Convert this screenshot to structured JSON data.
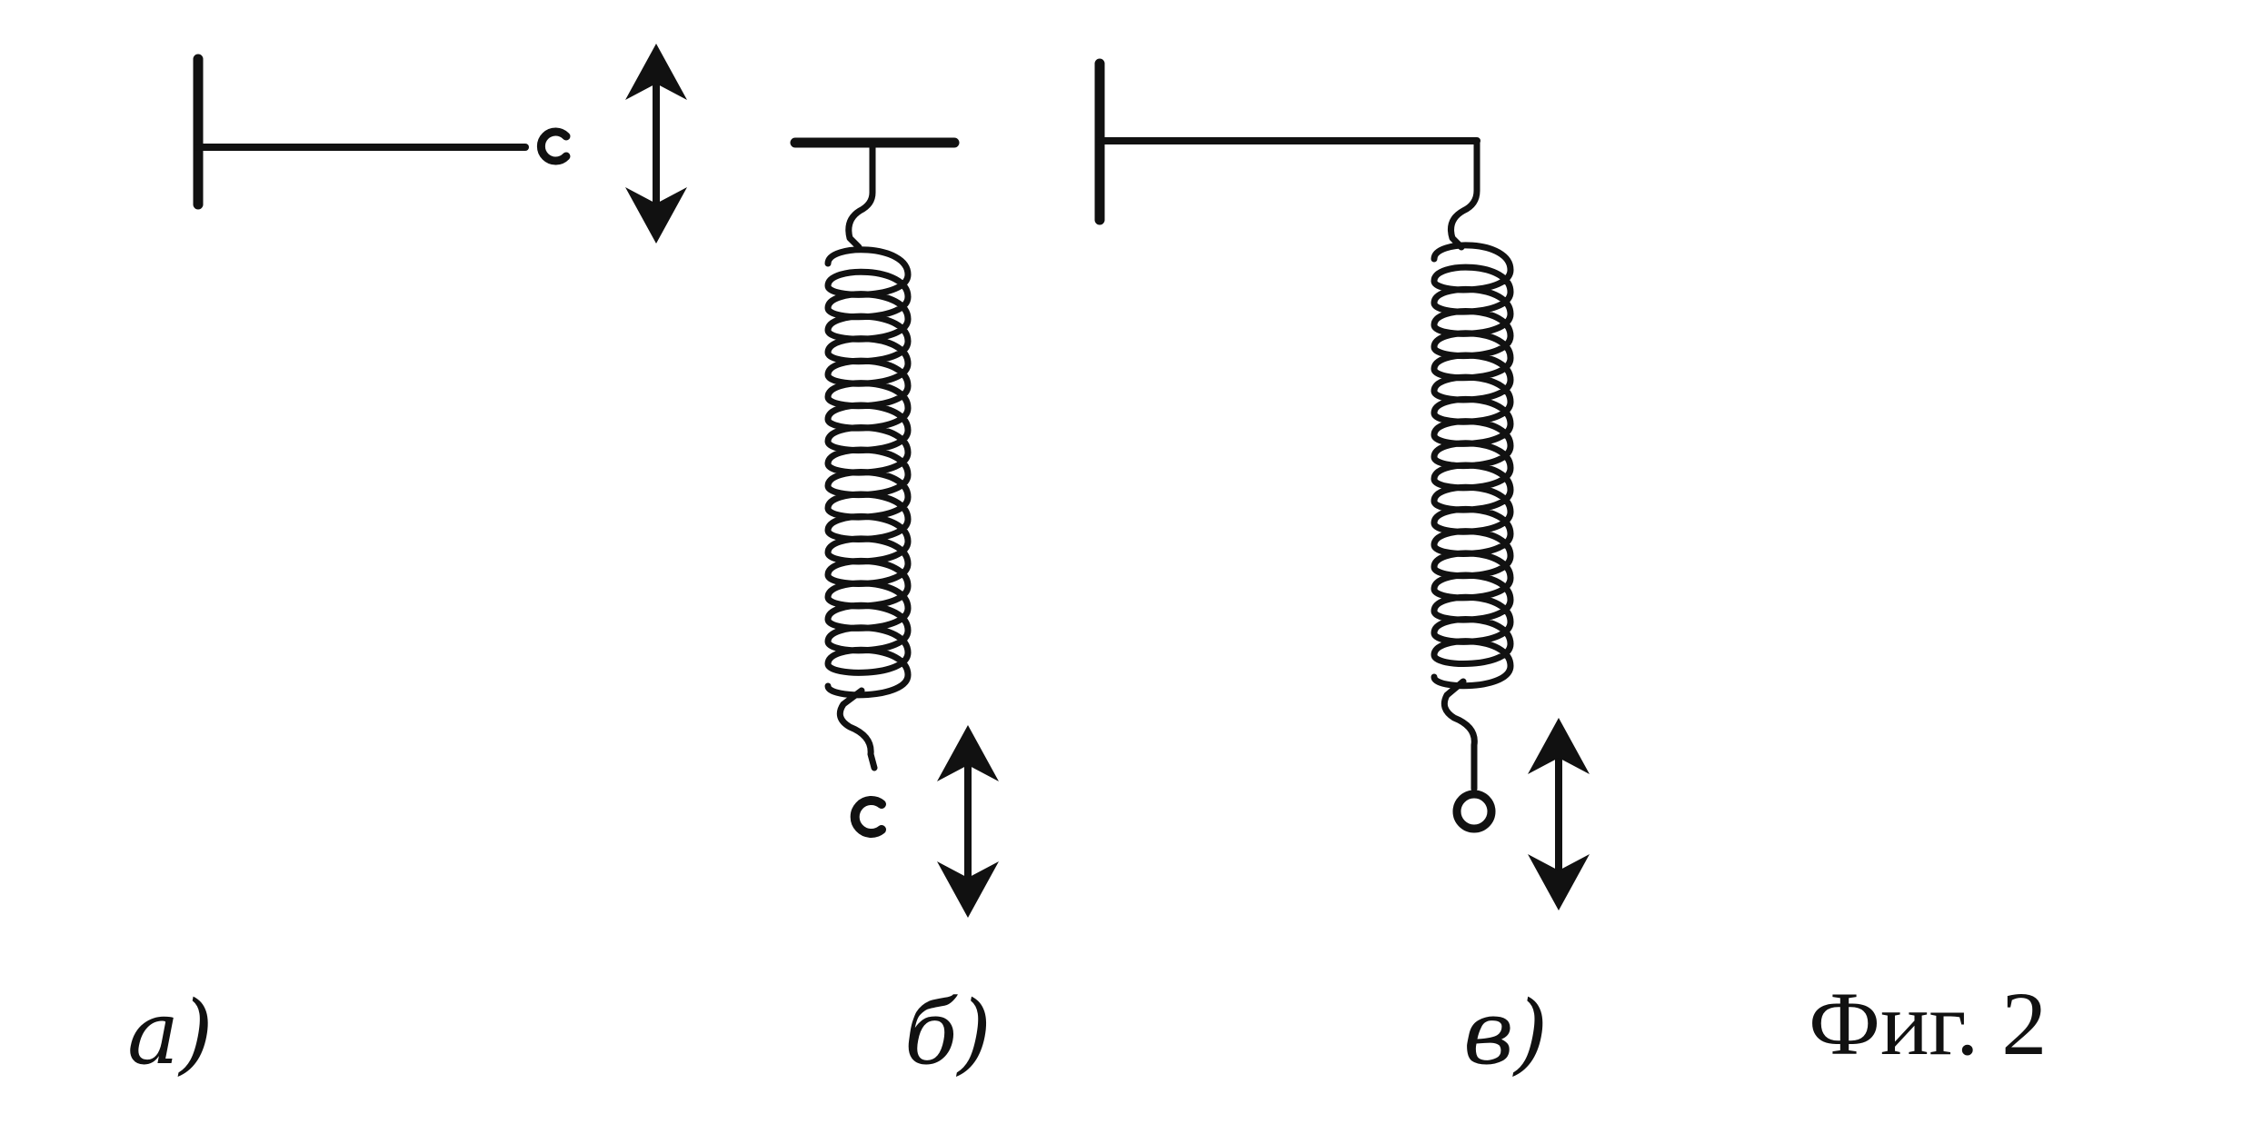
{
  "figure": {
    "caption": "Фиг. 2",
    "panels": [
      {
        "id": "a",
        "label": "а)",
        "spring": false,
        "end": "hook"
      },
      {
        "id": "b",
        "label": "б)",
        "spring": true,
        "end": "hook"
      },
      {
        "id": "c",
        "label": "в)",
        "spring": true,
        "end": "loop"
      }
    ]
  },
  "colors": {
    "ink": "#111111",
    "background": "#ffffff"
  }
}
